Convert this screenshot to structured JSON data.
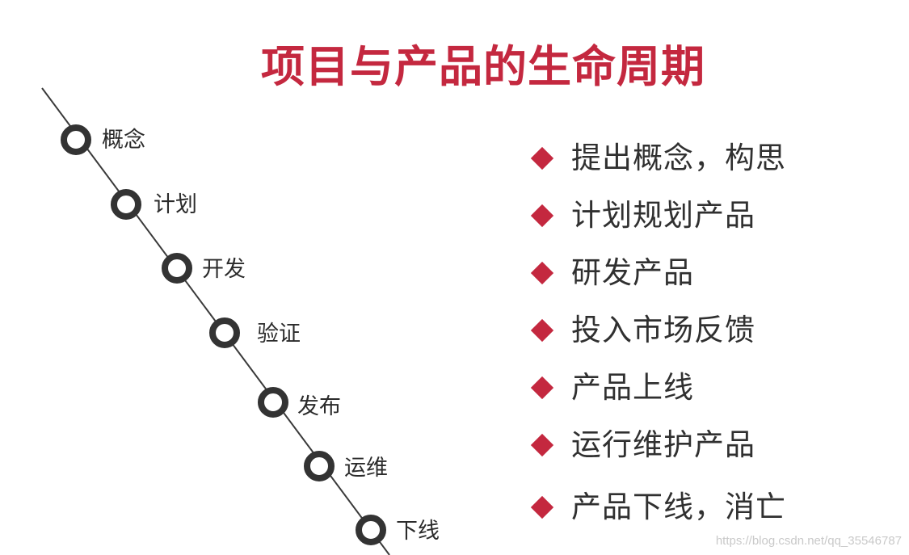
{
  "title": "项目与产品的生命周期",
  "colors": {
    "title": "#c4283f",
    "bullet": "#c4283f",
    "timeline_line": "#3a3a3a",
    "node_ring": "#333333"
  },
  "timeline": {
    "stages": [
      {
        "label": "概念"
      },
      {
        "label": "计划"
      },
      {
        "label": "开发"
      },
      {
        "label": "验证"
      },
      {
        "label": "发布"
      },
      {
        "label": "运维"
      },
      {
        "label": "下线"
      }
    ]
  },
  "points": [
    {
      "text": "提出概念，构思",
      "icon": "diamond-bullet"
    },
    {
      "text": "计划规划产品",
      "icon": "diamond-bullet"
    },
    {
      "text": "研发产品",
      "icon": "diamond-bullet"
    },
    {
      "text": "投入市场反馈",
      "icon": "diamond-bullet"
    },
    {
      "text": "产品上线",
      "icon": "diamond-bullet"
    },
    {
      "text": "运行维护产品",
      "icon": "diamond-bullet"
    },
    {
      "text": "产品下线，消亡",
      "icon": "diamond-bullet"
    }
  ],
  "watermark": "https://blog.csdn.net/qq_35546787"
}
